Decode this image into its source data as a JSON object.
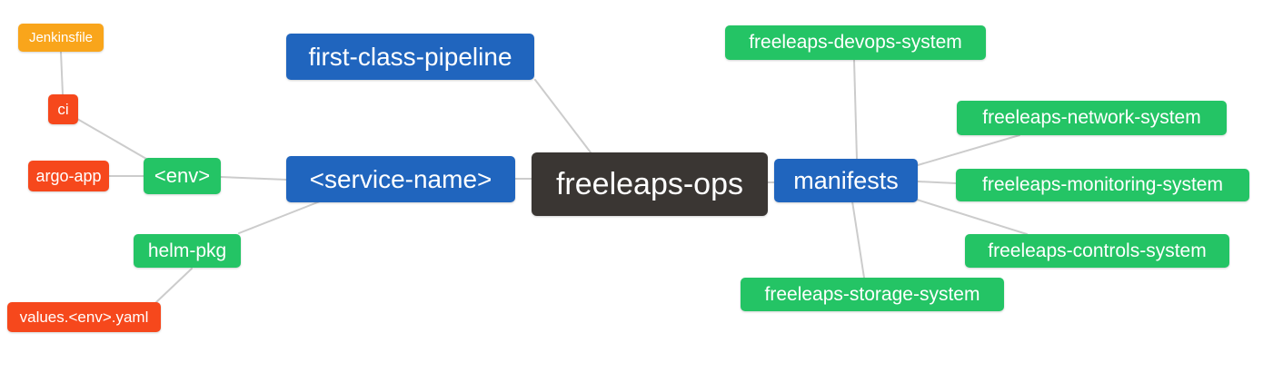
{
  "diagram": {
    "type": "mindmap",
    "background_color": "#ffffff",
    "connector_color": "#cccccc",
    "colors": {
      "root": "#3a3633",
      "blue": "#2065be",
      "green": "#24c465",
      "red": "#f6481c",
      "amber": "#f9a51b"
    },
    "nodes": [
      {
        "id": "jenkinsfile",
        "label": "Jenkinsfile",
        "color": "amber"
      },
      {
        "id": "ci",
        "label": "ci",
        "color": "red"
      },
      {
        "id": "argo-app",
        "label": "argo-app",
        "color": "red"
      },
      {
        "id": "env",
        "label": "<env>",
        "color": "green"
      },
      {
        "id": "helm-pkg",
        "label": "helm-pkg",
        "color": "green"
      },
      {
        "id": "values-env-yaml",
        "label": "values.<env>.yaml",
        "color": "red"
      },
      {
        "id": "first-class-pipeline",
        "label": "first-class-pipeline",
        "color": "blue"
      },
      {
        "id": "service-name",
        "label": "<service-name>",
        "color": "blue"
      },
      {
        "id": "freeleaps-ops",
        "label": "freeleaps-ops",
        "color": "root"
      },
      {
        "id": "manifests",
        "label": "manifests",
        "color": "blue"
      },
      {
        "id": "freeleaps-devops-system",
        "label": "freeleaps-devops-system",
        "color": "green"
      },
      {
        "id": "freeleaps-network-system",
        "label": "freeleaps-network-system",
        "color": "green"
      },
      {
        "id": "freeleaps-monitoring-system",
        "label": "freeleaps-monitoring-system",
        "color": "green"
      },
      {
        "id": "freeleaps-controls-system",
        "label": "freeleaps-controls-system",
        "color": "green"
      },
      {
        "id": "freeleaps-storage-system",
        "label": "freeleaps-storage-system",
        "color": "green"
      }
    ],
    "edges": [
      {
        "from": "jenkinsfile",
        "to": "ci"
      },
      {
        "from": "ci",
        "to": "env"
      },
      {
        "from": "argo-app",
        "to": "env"
      },
      {
        "from": "env",
        "to": "service-name"
      },
      {
        "from": "helm-pkg",
        "to": "service-name"
      },
      {
        "from": "values-env-yaml",
        "to": "helm-pkg"
      },
      {
        "from": "first-class-pipeline",
        "to": "freeleaps-ops"
      },
      {
        "from": "service-name",
        "to": "freeleaps-ops"
      },
      {
        "from": "freeleaps-ops",
        "to": "manifests"
      },
      {
        "from": "manifests",
        "to": "freeleaps-devops-system"
      },
      {
        "from": "manifests",
        "to": "freeleaps-network-system"
      },
      {
        "from": "manifests",
        "to": "freeleaps-monitoring-system"
      },
      {
        "from": "manifests",
        "to": "freeleaps-controls-system"
      },
      {
        "from": "manifests",
        "to": "freeleaps-storage-system"
      }
    ]
  }
}
